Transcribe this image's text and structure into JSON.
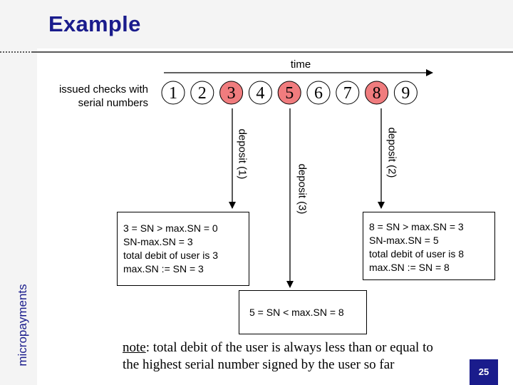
{
  "title": "Example",
  "side_label": "micropayments",
  "time_label": "time",
  "issued_label": "issued checks with serial numbers",
  "checks": [
    {
      "label": "1",
      "highlighted": false
    },
    {
      "label": "2",
      "highlighted": false
    },
    {
      "label": "3",
      "highlighted": true
    },
    {
      "label": "4",
      "highlighted": false
    },
    {
      "label": "5",
      "highlighted": true
    },
    {
      "label": "6",
      "highlighted": false
    },
    {
      "label": "7",
      "highlighted": false
    },
    {
      "label": "8",
      "highlighted": true
    },
    {
      "label": "9",
      "highlighted": false
    }
  ],
  "deposits": {
    "first": "deposit (1)",
    "third": "deposit (3)",
    "second": "deposit (2)"
  },
  "boxes": {
    "left": "3 = SN > max.SN = 0\nSN-max.SN = 3\ntotal debit of user is 3\nmax.SN := SN = 3",
    "right": "8 = SN > max.SN = 3\nSN-max.SN = 5\ntotal debit of user is 8\nmax.SN := SN = 8",
    "bottom": "5 = SN < max.SN = 8"
  },
  "note": {
    "prefix": "note",
    "line1_rest": ": total debit of the user is always less than or equal to",
    "line2": "the highest serial number signed by the user so far"
  },
  "page_number": "25",
  "colors": {
    "title": "#1a1c8c",
    "highlight": "#f07c7e",
    "band": "#f4f4f4",
    "page_box": "#1a1c8c"
  }
}
